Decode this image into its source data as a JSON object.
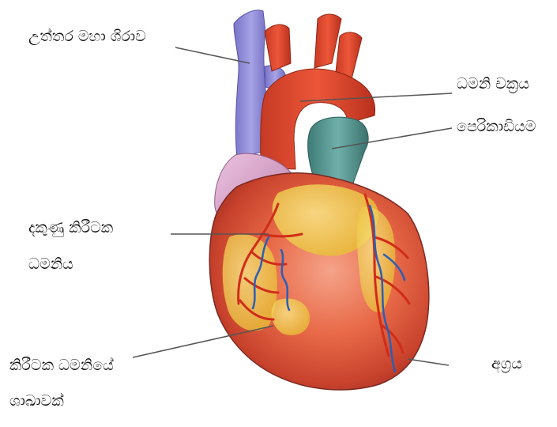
{
  "labels": {
    "superior_vena_cava": "උත්තර මහා ශිරාව",
    "aortic_arch": "ධමනි චක්‍රය",
    "pericardium": "පෙරිකාඩියම",
    "right_coronary_artery_line1": "දකුණු කිරීටක",
    "right_coronary_artery_line2": "ධමනිය",
    "coronary_branch_line1": "කිරීටක ධමනියේ",
    "coronary_branch_line2": "ශාඛාවක්",
    "apex": "අග්‍රය"
  },
  "colors": {
    "vena_cava": "#8a86d6",
    "aorta": "#e0482c",
    "pulmonary_trunk": "#4f8f8a",
    "atrium": "#d9a3c9",
    "myocardium": "#e85a3a",
    "fat": "#f2d255",
    "artery": "#d8331f",
    "vein": "#2b5fb5",
    "leader_line": "#555555"
  }
}
